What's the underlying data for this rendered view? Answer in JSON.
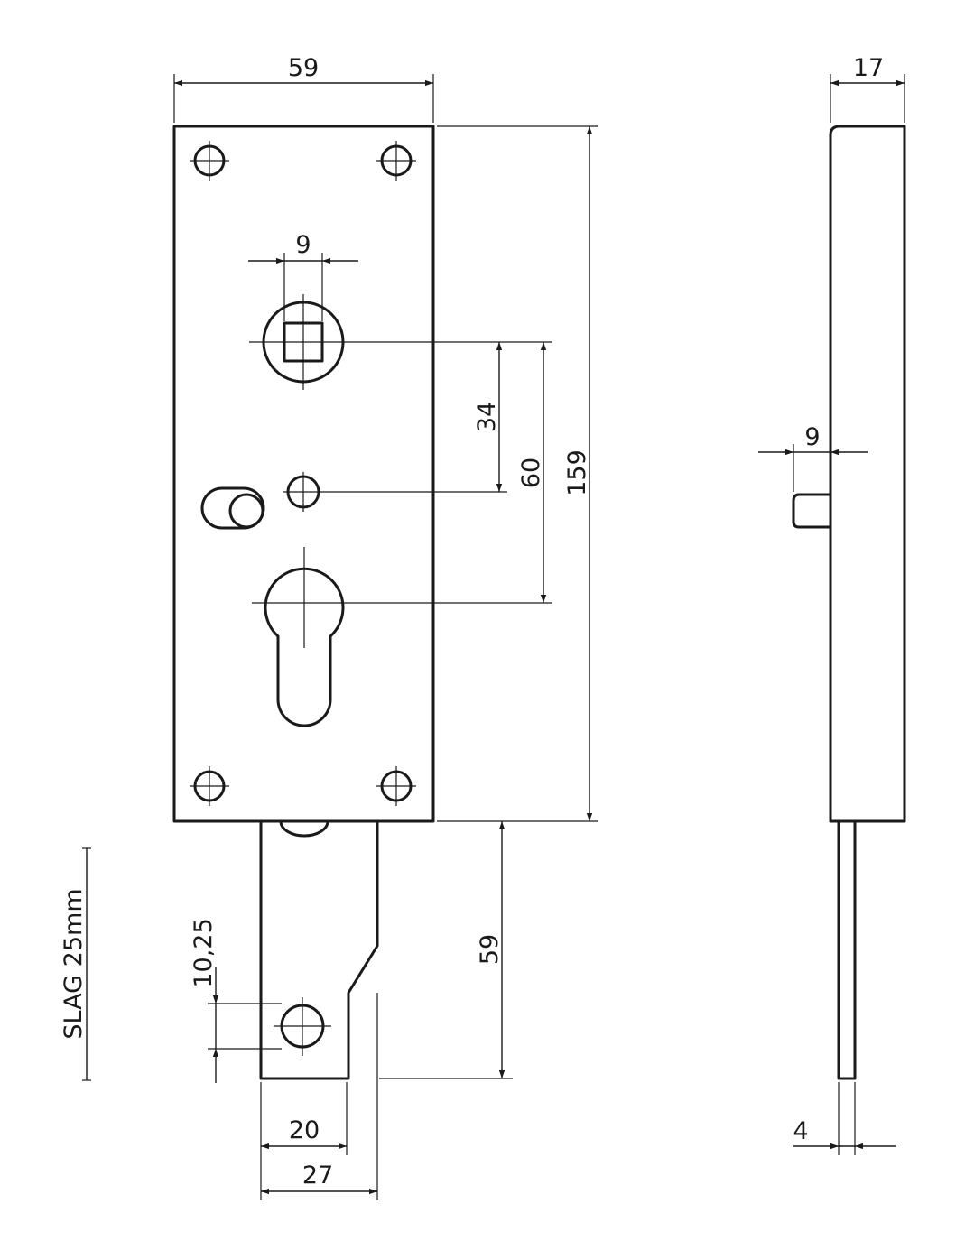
{
  "drawing": {
    "colors": {
      "line": "#1a1a1a",
      "background": "#ffffff"
    },
    "dimensions": {
      "plate_width": "59",
      "spindle_square": "9",
      "spindle_to_center_hole": "34",
      "spindle_to_cylinder": "60",
      "plate_height": "159",
      "body_depth": "17",
      "latch_projection": "9",
      "bolt_thickness": "4",
      "bolt_extension": "59",
      "bolt_hole_dia": "10,25",
      "bolt_hole_offset": "20",
      "bolt_width": "27"
    },
    "note": "SLAG 25mm"
  }
}
